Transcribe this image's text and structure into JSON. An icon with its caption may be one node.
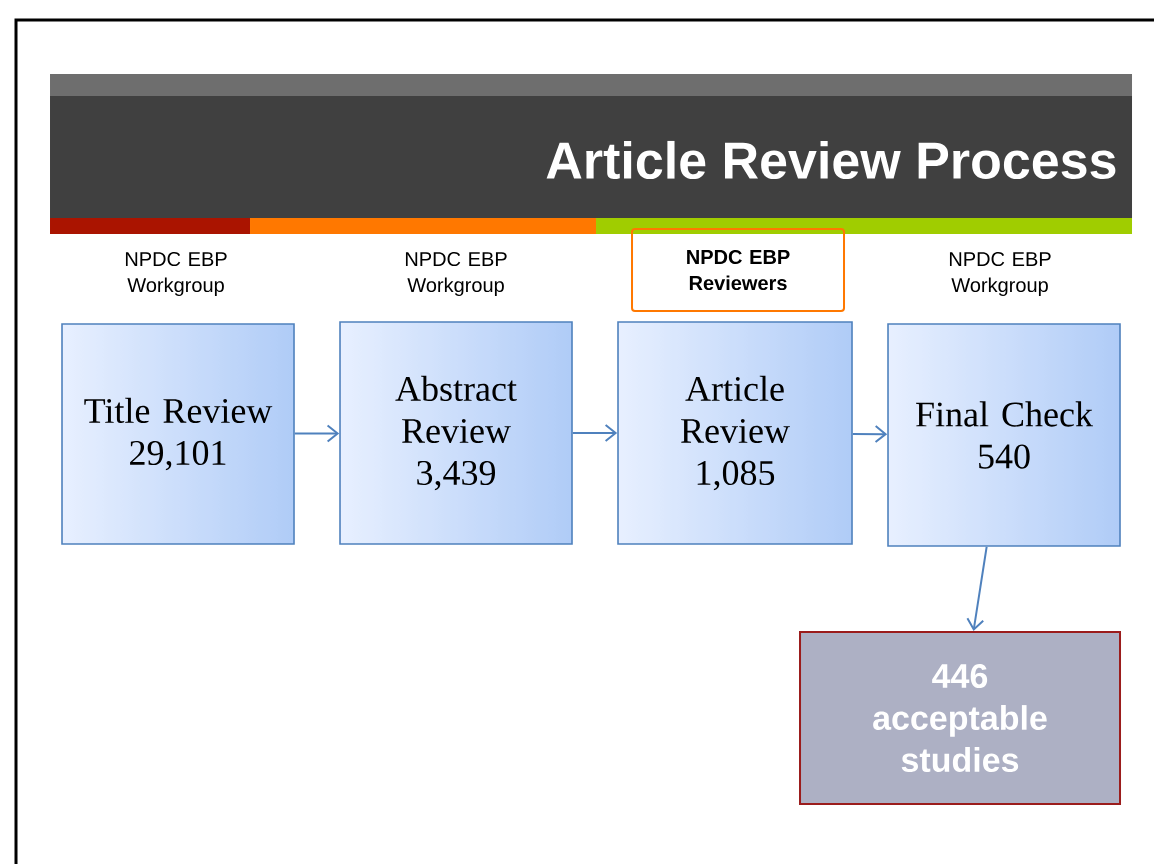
{
  "diagram": {
    "title": "Article Review Process",
    "nodes": [
      {
        "text": [
          "NPDC  EBP Reviewers"
        ]
      },
      {
        "text": [
          "Title Review",
          "29,101"
        ]
      },
      {
        "text": [
          "Abstract Review",
          "3,439"
        ]
      },
      {
        "text": [
          "Article Review",
          "1,085"
        ]
      },
      {
        "text": [
          "Final Check",
          "540"
        ]
      },
      {
        "text": [
          "446 acceptable studies"
        ]
      }
    ],
    "edges": [
      {
        "from": 1,
        "to": 2,
        "arrow": "to"
      },
      {
        "from": 2,
        "to": 3,
        "arrow": "to"
      },
      {
        "from": 3,
        "to": 4,
        "arrow": "to"
      },
      {
        "from": 4,
        "to": 5,
        "arrow": "to"
      }
    ],
    "labels": [
      "NPDC EBP Workgroup",
      "NPDC EBP Workgroup",
      "NPDC EBP Workgroup"
    ]
  }
}
